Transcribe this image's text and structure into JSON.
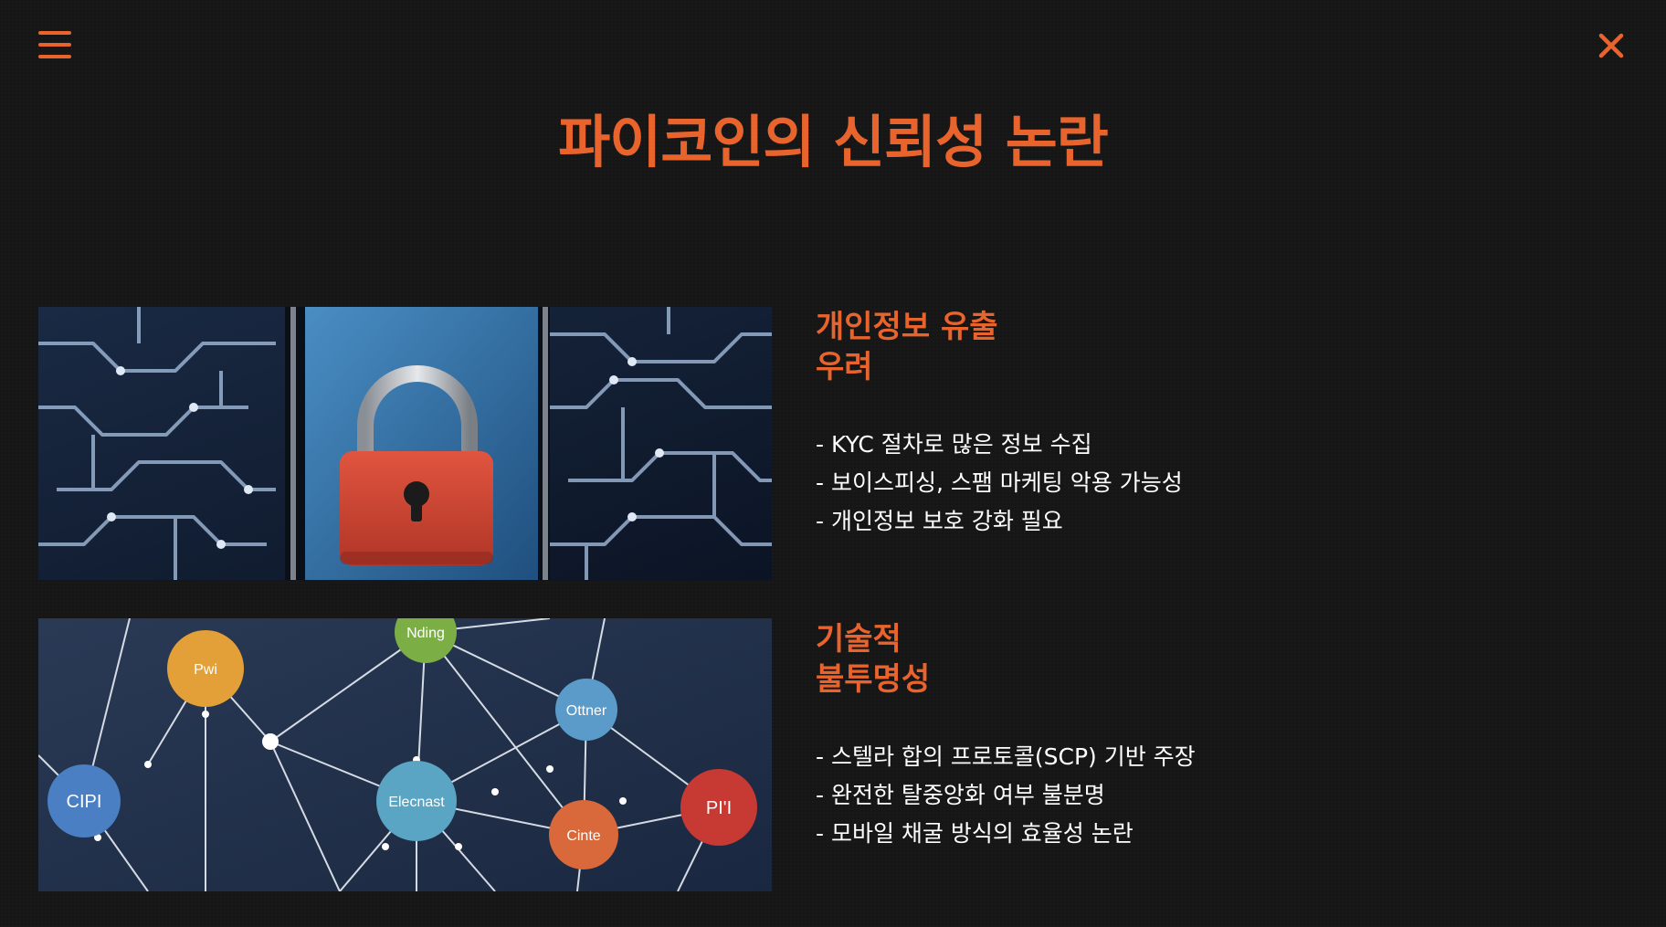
{
  "toolbar": {
    "menu_icon": "menu-icon",
    "close_icon": "close-icon",
    "accent_color": "#e8642c"
  },
  "page": {
    "title": "파이코인의 신뢰성 논란"
  },
  "sections": [
    {
      "title_line1": "개인정보 유출",
      "title_line2": "우려",
      "image": "padlock-circuit-image",
      "bullets": [
        "- KYC 절차로 많은 정보 수집",
        "- 보이스피싱, 스팸 마케팅 악용 가능성",
        "- 개인정보 보호 강화 필요"
      ]
    },
    {
      "title_line1": "기술적",
      "title_line2": "불투명성",
      "image": "network-nodes-image",
      "bullets": [
        "- 스텔라 합의 프로토콜(SCP) 기반 주장",
        "- 완전한 탈중앙화 여부 불분명",
        "- 모바일 채굴 방식의 효율성 논란"
      ],
      "node_labels": [
        "Pwi",
        "Nding",
        "Ottner",
        "CIPI",
        "Elecnast",
        "Cinte",
        "PI'I"
      ]
    }
  ]
}
